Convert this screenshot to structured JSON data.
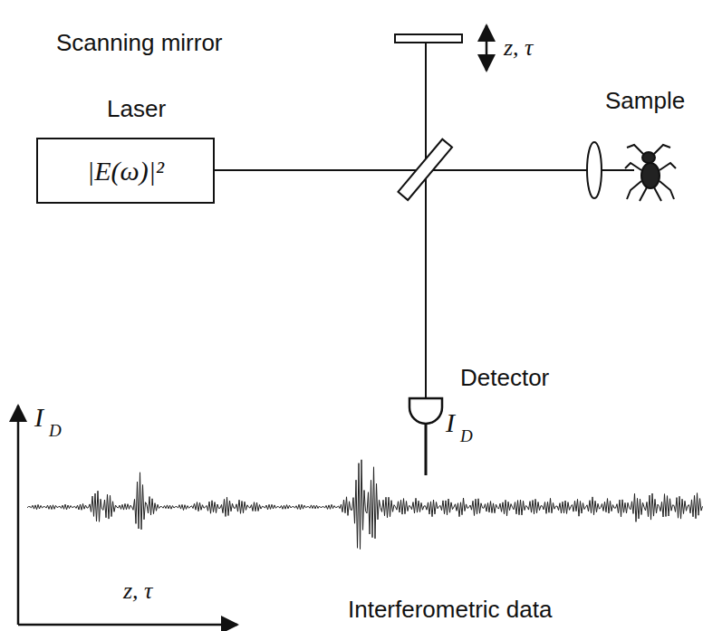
{
  "diagram": {
    "nodes": [
      {
        "text": [
          "Laser",
          "|E(ω)|²"
        ]
      }
    ],
    "edges": [],
    "labels": [
      "Scanning mirror",
      "z, τ",
      "Sample",
      "Detector",
      "I",
      "D",
      "I",
      "D",
      "z, τ",
      "Interferometric data"
    ]
  }
}
